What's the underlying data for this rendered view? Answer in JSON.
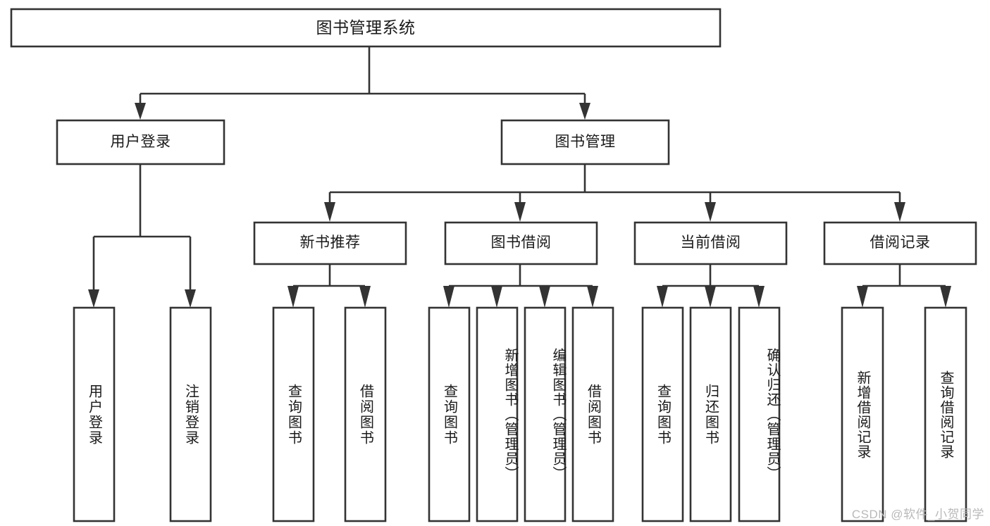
{
  "diagram": {
    "title": "图书管理系统",
    "type": "hierarchy-tree",
    "colors": {
      "background": "#ffffff",
      "box_fill": "#ffffff",
      "box_stroke": "#333333",
      "text": "#1a1a1a",
      "watermark": "#b9b9b9"
    },
    "nodes": {
      "root": {
        "label": "图书管理系统",
        "orientation": "horizontal"
      },
      "level2": [
        {
          "label": "用户登录",
          "orientation": "horizontal"
        },
        {
          "label": "图书管理",
          "orientation": "horizontal"
        }
      ],
      "level3": [
        {
          "label": "新书推荐",
          "orientation": "horizontal"
        },
        {
          "label": "图书借阅",
          "orientation": "horizontal"
        },
        {
          "label": "当前借阅",
          "orientation": "horizontal"
        },
        {
          "label": "借阅记录",
          "orientation": "horizontal"
        }
      ],
      "leaves_user_login": [
        {
          "label": "用户登录",
          "orientation": "vertical"
        },
        {
          "label": "注销登录",
          "orientation": "vertical"
        }
      ],
      "leaves_new_book": [
        {
          "label": "查询图书",
          "orientation": "vertical"
        },
        {
          "label": "借阅图书",
          "orientation": "vertical"
        }
      ],
      "leaves_borrow": [
        {
          "label": "查询图书",
          "orientation": "vertical"
        },
        {
          "label": "新增图书（管理员）",
          "orientation": "vertical"
        },
        {
          "label": "编辑图书（管理员）",
          "orientation": "vertical"
        },
        {
          "label": "借阅图书",
          "orientation": "vertical"
        }
      ],
      "leaves_current": [
        {
          "label": "查询图书",
          "orientation": "vertical"
        },
        {
          "label": "归还图书",
          "orientation": "vertical"
        },
        {
          "label": "确认归还（管理员）",
          "orientation": "vertical"
        }
      ],
      "leaves_record": [
        {
          "label": "新增借阅记录",
          "orientation": "vertical"
        },
        {
          "label": "查询借阅记录",
          "orientation": "vertical"
        }
      ]
    },
    "watermark": "CSDN @软件_小贺同学"
  }
}
